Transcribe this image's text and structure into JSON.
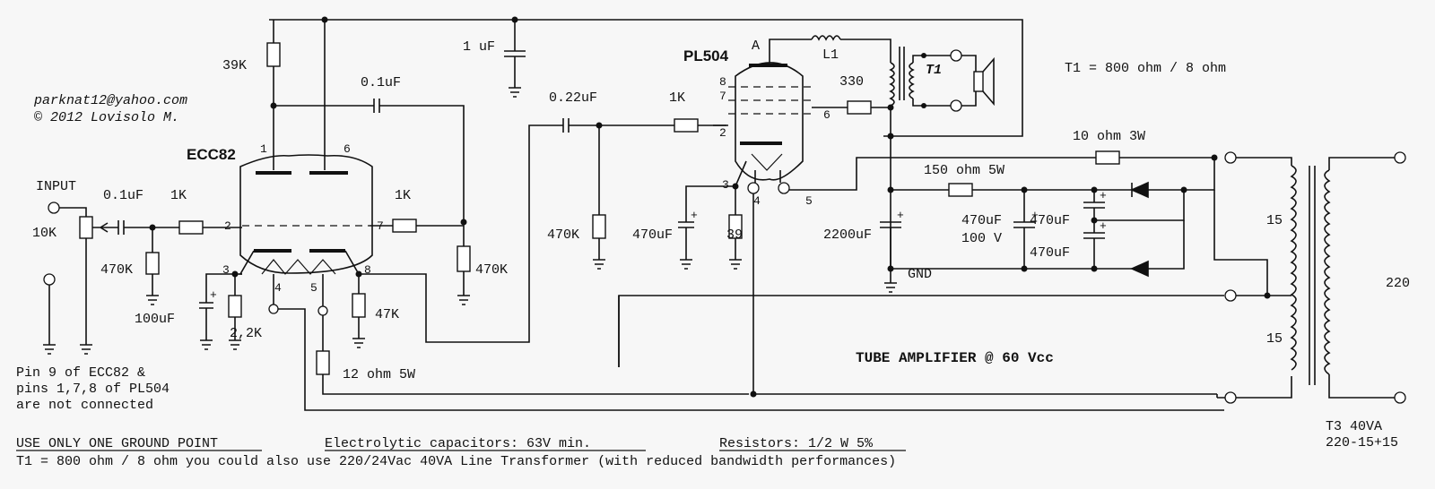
{
  "credits": {
    "email": "parknat12@yahoo.com",
    "copyright": "© 2012 Lovisolo M."
  },
  "title": "TUBE AMPLIFIER @ 60 Vcc",
  "tubes": {
    "ecc82": "ECC82",
    "pl504": "PL504"
  },
  "labels": {
    "input": "INPUT",
    "pot": "10K",
    "c_in": "0.1uF",
    "r_grid1": "1K",
    "r_gl1": "470K",
    "c_k1": "100uF",
    "r_k1": "2,2K",
    "r_plate1": "39K",
    "c_fb": "0.1uF",
    "r_grid2": "1K",
    "r_gl2": "470K",
    "r_k2": "47K",
    "r_heater": "12 ohm 5W",
    "c_dec": "1 uF",
    "c_couple": "0.22uF",
    "r_gl3": "470K",
    "r_g_pl": "1K",
    "c_k3": "470uF",
    "r_k3": "39",
    "r_g2": "330",
    "inductor": "L1",
    "anode": "A",
    "t1": "T1",
    "t1_spec": "T1 = 800 ohm / 8 ohm",
    "r_10": "10 ohm 3W",
    "r_150": "150 ohm 5W",
    "c_2200": "2200uF",
    "c_470a": "470uF",
    "c_470a_v": "100 V",
    "c_470b": "470uF",
    "c_470c": "470uF",
    "gnd": "GND",
    "sec15a": "15",
    "sec15b": "15",
    "prim": "220",
    "t3a": "T3  40VA",
    "t3b": "220-15+15"
  },
  "pins": {
    "p1": "1",
    "p6": "6",
    "p2": "2",
    "p7": "7",
    "p3": "3",
    "p8": "8",
    "p4": "4",
    "p5": "5",
    "q8": "8",
    "q7": "7",
    "q6": "6",
    "q2": "2",
    "q3": "3",
    "q4": "4",
    "q5": "5"
  },
  "notes": {
    "pins_note_1": "Pin 9 of ECC82 &",
    "pins_note_2": "pins 1,7,8 of PL504",
    "pins_note_3": "are not connected",
    "ground": "USE ONLY ONE GROUND POINT",
    "electrolytic": "Electrolytic capacitors: 63V min.",
    "resistors": "Resistors: 1/2 W 5%",
    "bottom": "T1 = 800 ohm / 8 ohm   you could also use 220/24Vac 40VA Line Transformer (with reduced bandwidth performances)"
  }
}
